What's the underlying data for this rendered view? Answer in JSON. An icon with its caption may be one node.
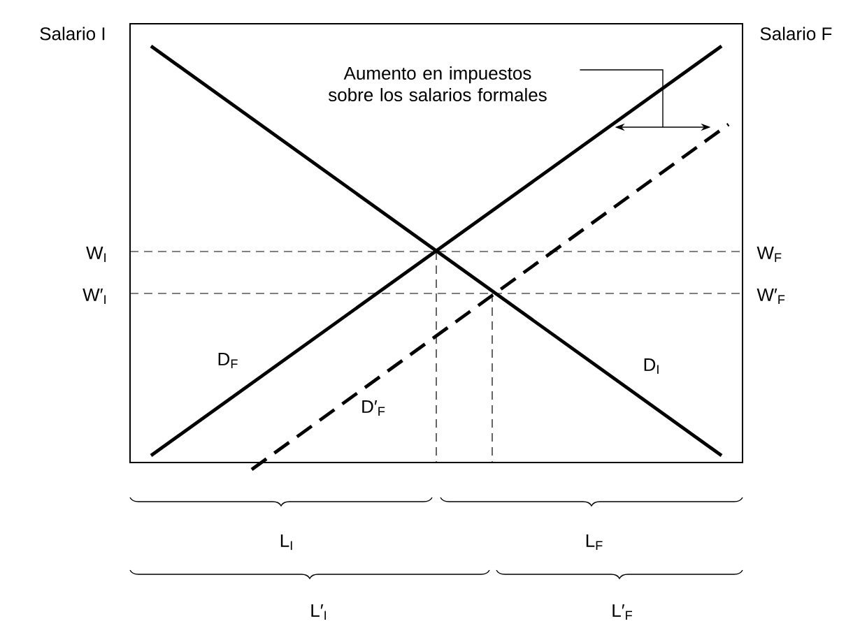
{
  "diagram": {
    "nodes": [
      {
        "text": [
          "Aumento en impuestos sobre los salarios formales"
        ]
      },
      {
        "text": [],
        "shape": "arrow"
      }
    ],
    "edges": [
      {
        "from": 0,
        "to": 1,
        "arrow": "none"
      }
    ],
    "labels": [
      "Salario I",
      "Salario F",
      "W$_{I}$",
      "W$_{F}$",
      "W′$_{I}$",
      "W′$_{F}$",
      "D$_{F}$",
      "D$_{I}$",
      "D′$_{F}$",
      "L$_{I}$",
      "L$_{F}$",
      "L′$_{I}$",
      "L′$_{F}$"
    ]
  }
}
